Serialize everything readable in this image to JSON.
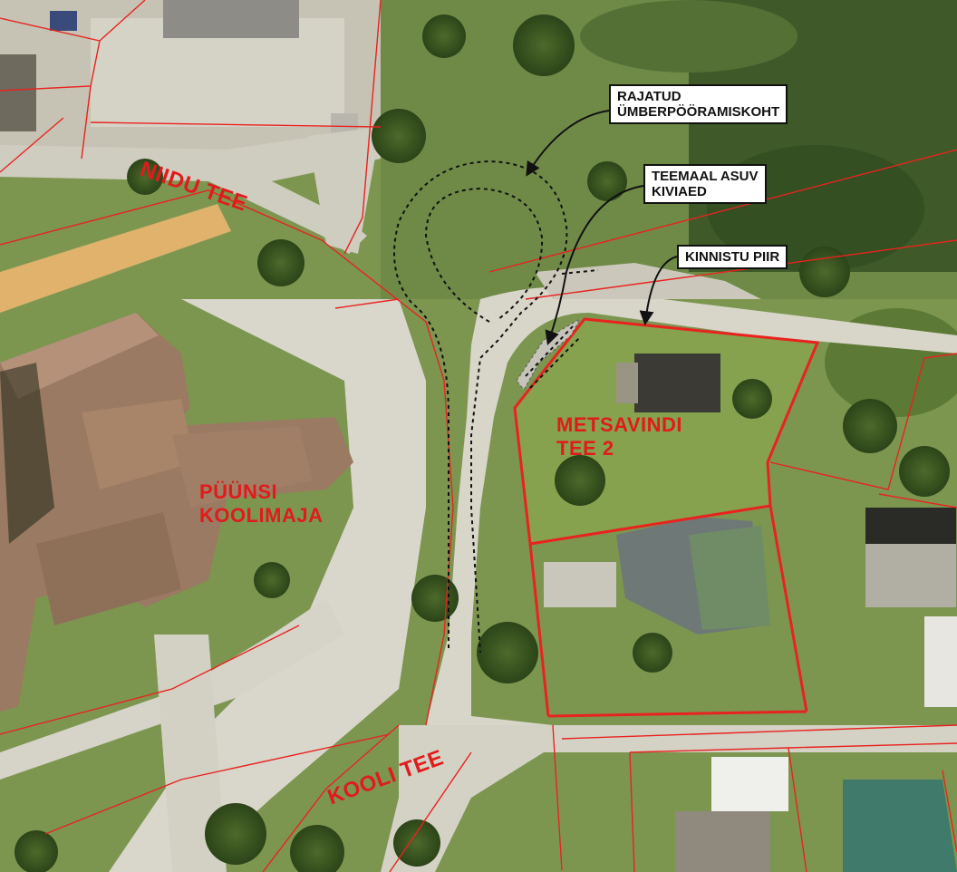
{
  "map": {
    "streets": {
      "niidu_tee": "NIIDU TEE",
      "kooli_tee": "KOOLI TEE"
    },
    "buildings": {
      "puunsi_line1": "PÜÜNSI",
      "puunsi_line2": "KOOLIMAJA",
      "metsavindi_line1": "METSAVINDI",
      "metsavindi_line2": "TEE 2"
    },
    "callouts": {
      "turnaround_line1": "RAJATUD",
      "turnaround_line2": "ÜMBERPÖÖRAMISKOHT",
      "stonewall_line1": "TEEMAAL ASUV",
      "stonewall_line2": "KIVIAED",
      "boundary_line1": "KINNISTU PIIR"
    },
    "colors": {
      "label": "#e01b1b",
      "parcel_line": "#e8231f",
      "callout_border": "#111111"
    }
  }
}
